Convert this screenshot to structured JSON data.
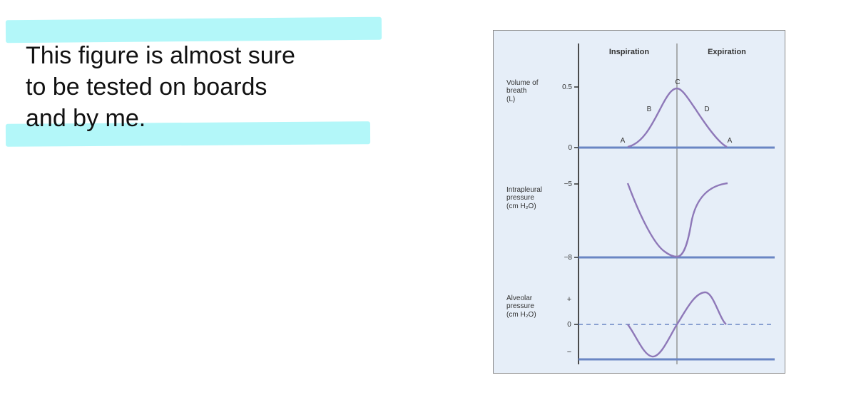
{
  "note": {
    "lines": [
      "This figure is almost sure",
      "to be tested on boards",
      "and by me."
    ],
    "highlight_color": "#b3f7f9"
  },
  "figure": {
    "colors": {
      "panel_bg": "#e6eef8",
      "baseline": "#6a86c4",
      "curve": "#8e78b8",
      "axis": "#222222"
    },
    "phases": {
      "inspiration": "Inspiration",
      "expiration": "Expiration"
    },
    "panels": {
      "volume": {
        "label_lines": [
          "Volume of",
          "breath",
          "(L)"
        ],
        "ticks": [
          "0.5",
          "0"
        ],
        "point_labels": {
          "a_start": "A",
          "b": "B",
          "c": "C",
          "d": "D",
          "a_end": "A"
        }
      },
      "intrapleural": {
        "label_lines": [
          "Intrapleural",
          "pressure",
          "(cm H₂O)"
        ],
        "ticks": [
          "−5",
          "−8"
        ]
      },
      "alveolar": {
        "label_lines": [
          "Alveolar",
          "pressure",
          "(cm H₂O)"
        ],
        "ticks": [
          "+",
          "0",
          "−"
        ]
      }
    }
  }
}
